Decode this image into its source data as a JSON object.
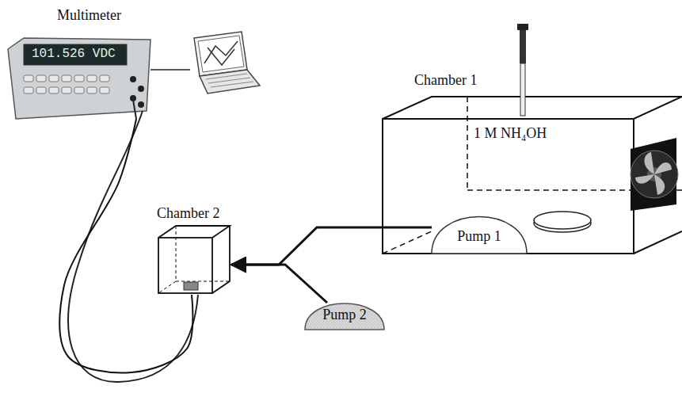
{
  "diagram": {
    "nodes": [
      {
        "text": [
          "Multimeter"
        ]
      },
      {
        "text": [
          "Chamber 1"
        ]
      },
      {
        "text": [
          "Pump 1"
        ],
        "in": 1
      },
      {
        "text": [
          "Pump 2"
        ]
      },
      {
        "text": [
          "Chamber 2"
        ]
      }
    ],
    "edges": [
      {
        "from": 2,
        "to": 4,
        "arrow": "to"
      },
      {
        "from": 3,
        "to": 4,
        "arrow": "to"
      },
      {
        "from": 4,
        "to": 0,
        "arrow": "none"
      }
    ],
    "labels": [
      "1 M NH₄OH",
      "101.526 VDC"
    ]
  }
}
